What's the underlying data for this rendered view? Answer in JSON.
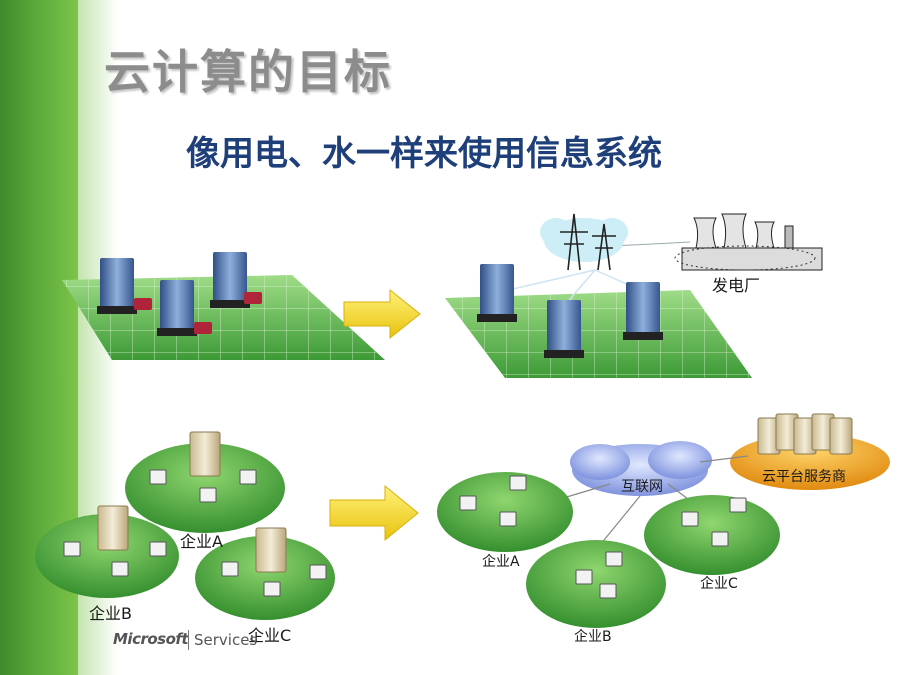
{
  "slide": {
    "title": "云计算的目标",
    "subtitle": "像用电、水一样来使用信息系统"
  },
  "top_scene": {
    "power_plant_label": "发电厂"
  },
  "bottom_left": {
    "enterprise_a": "企业A",
    "enterprise_b": "企业B",
    "enterprise_c": "企业C"
  },
  "bottom_right": {
    "internet_label": "互联网",
    "cloud_provider_label": "云平台服务商",
    "enterprise_a": "企业A",
    "enterprise_b": "企业B",
    "enterprise_c": "企业C"
  },
  "footer": {
    "brand": "Microsoft",
    "division": "Services"
  },
  "colors": {
    "green_band": "#5aa83a",
    "subtitle_blue": "#1f3f7a",
    "arrow_yellow": "#f2d321",
    "ellipse_green": "#4aa83a",
    "cloud_orange": "#f0a020"
  }
}
